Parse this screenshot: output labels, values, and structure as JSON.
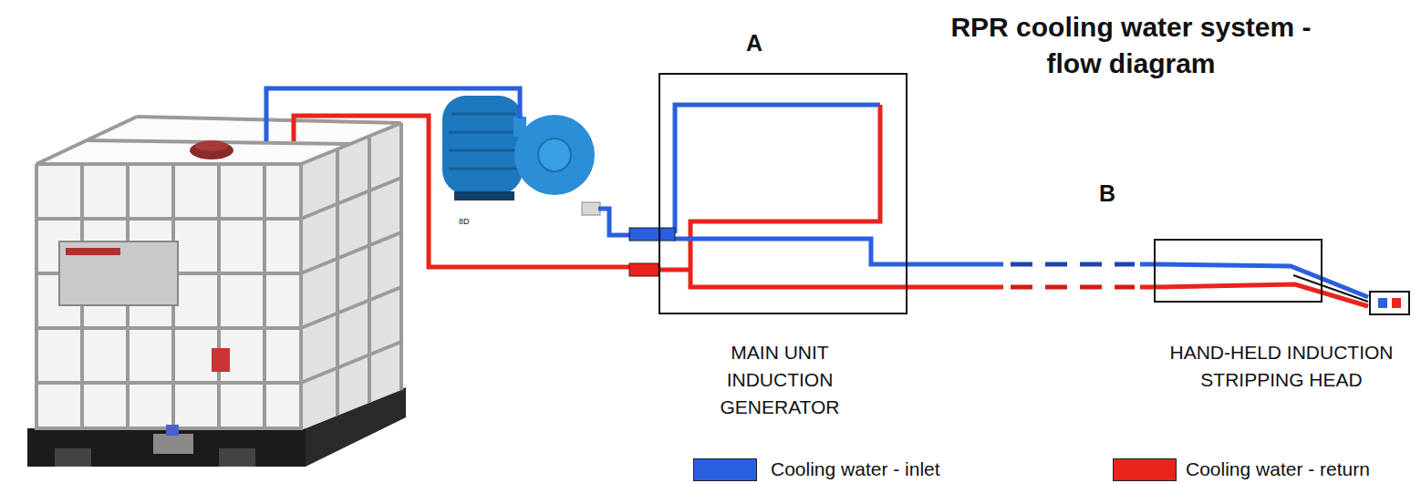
{
  "diagram": {
    "title": "RPR cooling water system - flow diagram",
    "nodes": [
      {
        "text": [
          "MAIN UNIT INDUCTION GENERATOR"
        ]
      },
      {
        "text": [
          "HAND-HELD INDUCTION STRIPPING HEAD"
        ]
      }
    ],
    "edges": [
      {
        "from": 0,
        "to": 1,
        "arrow": "none"
      },
      {
        "from": 1,
        "to": 0,
        "arrow": "none"
      }
    ],
    "labels": [
      "A",
      "B",
      "8D"
    ],
    "legend": [
      {
        "text": "Cooling water - inlet",
        "color": "#2a5fe0"
      },
      {
        "text": "Cooling water - return",
        "color": "#e8241c"
      }
    ]
  }
}
